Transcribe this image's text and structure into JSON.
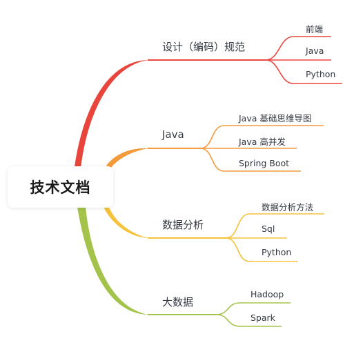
{
  "root": {
    "label": "技术文档"
  },
  "branches": [
    {
      "label": "设计（编码）规范",
      "color": "#e8453c",
      "children": [
        "前端",
        "Java",
        "Python"
      ]
    },
    {
      "label": "Java",
      "color": "#f39a3b",
      "children": [
        "Java 基础思维导图",
        "Java 高并发",
        "Spring Boot"
      ]
    },
    {
      "label": "数据分析",
      "color": "#f6c23c",
      "children": [
        "数据分析方法",
        "Sql",
        "Python"
      ]
    },
    {
      "label": "大数据",
      "color": "#a4c34b",
      "children": [
        "Hadoop",
        "Spark"
      ]
    }
  ]
}
